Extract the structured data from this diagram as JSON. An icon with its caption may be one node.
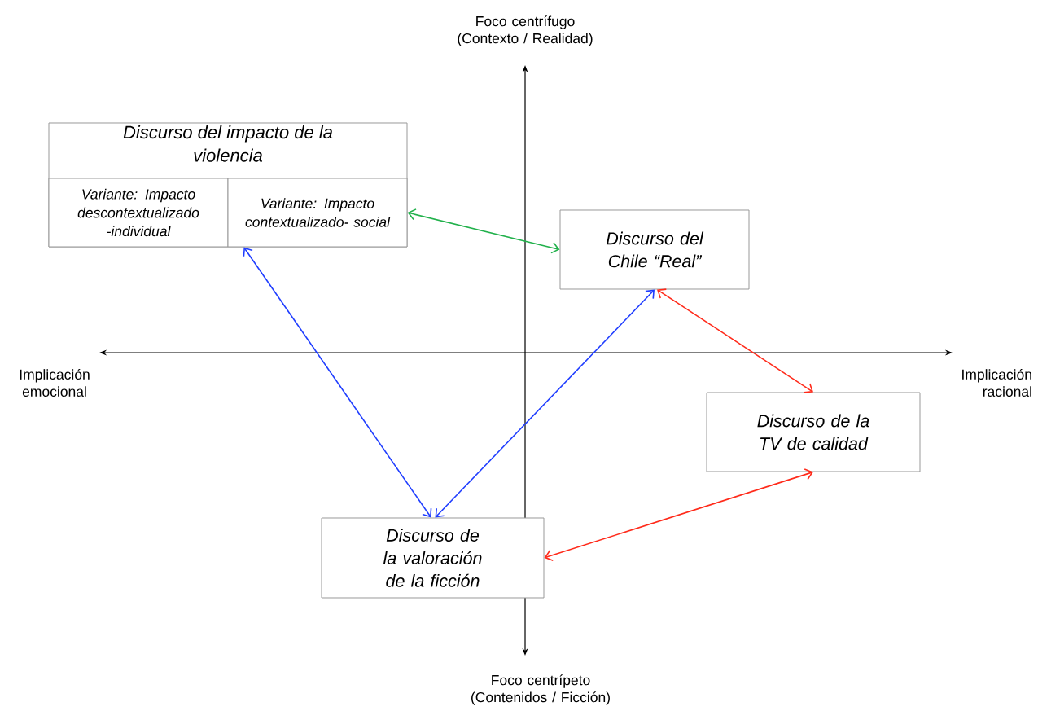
{
  "diagram": {
    "nodes": [
      {
        "text": [
          "Discurso del impacto de la violencia"
        ]
      },
      {
        "text": [
          "Variante: Impacto descontextualizado -individual"
        ],
        "in": 0
      },
      {
        "text": [
          "Variante: Impacto contextualizado- social"
        ],
        "in": 0
      },
      {
        "text": [
          "Discurso del Chile “Real”"
        ]
      },
      {
        "text": [
          "Discurso de la TV de calidad"
        ]
      },
      {
        "text": [
          "Discurso de la valoración de la ficción"
        ]
      }
    ],
    "edges": [
      {
        "from": 2,
        "to": 3,
        "arrow": "both",
        "color": "#22b14c"
      },
      {
        "from": 2,
        "to": 5,
        "arrow": "both",
        "color": "#1f3dff"
      },
      {
        "from": 5,
        "to": 3,
        "arrow": "both",
        "color": "#1f3dff"
      },
      {
        "from": 3,
        "to": 4,
        "arrow": "both",
        "color": "#ff2a1a"
      },
      {
        "from": 4,
        "to": 5,
        "arrow": "both",
        "color": "#ff2a1a"
      }
    ],
    "labels": [
      "Foco centrífugo (Contexto / Realidad)",
      "Implicación emocional",
      "Implicación racional",
      "Foco centrípeto (Contenidos / Ficción)"
    ]
  }
}
